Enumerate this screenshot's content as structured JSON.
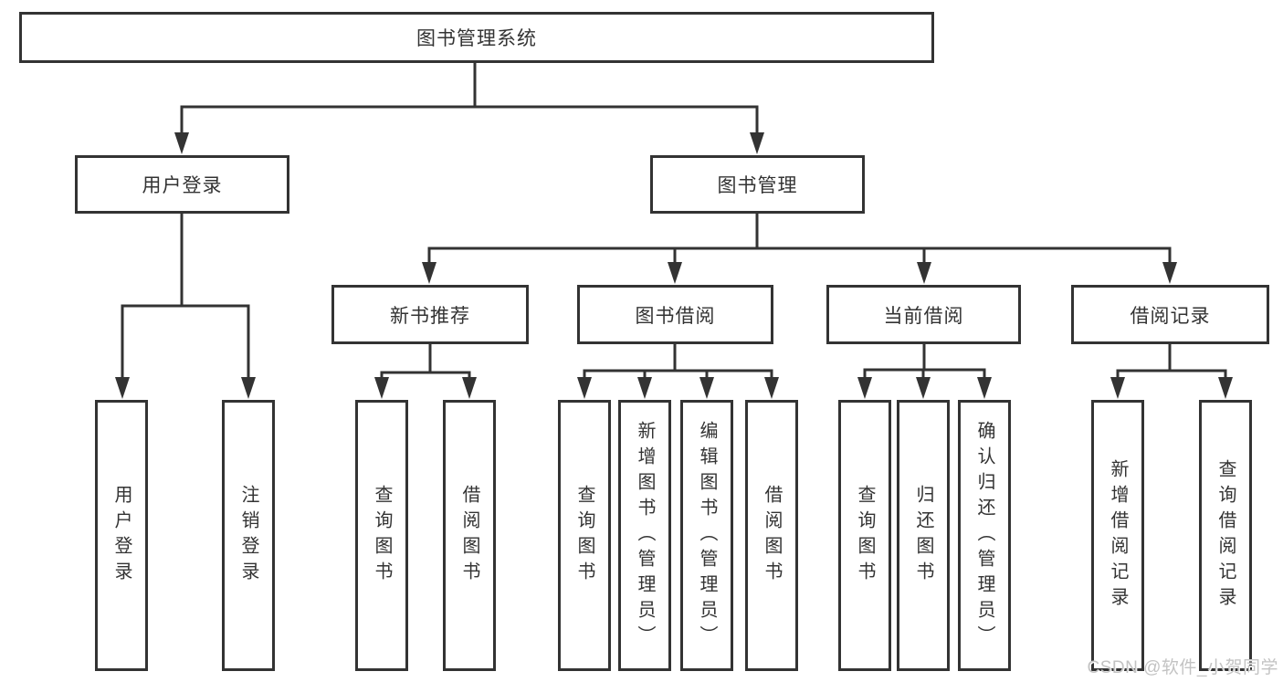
{
  "diagram": {
    "root": "图书管理系统",
    "branches": [
      {
        "label": "用户登录",
        "children": [
          "用户登录",
          "注销登录"
        ]
      },
      {
        "label": "图书管理",
        "groups": [
          {
            "label": "新书推荐",
            "children": [
              "查询图书",
              "借阅图书"
            ]
          },
          {
            "label": "图书借阅",
            "children": [
              "查询图书",
              "新增图书（管理员）",
              "编辑图书（管理员）",
              "借阅图书"
            ]
          },
          {
            "label": "当前借阅",
            "children": [
              "查询图书",
              "归还图书",
              "确认归还（管理员）"
            ]
          },
          {
            "label": "借阅记录",
            "children": [
              "新增借阅记录",
              "查询借阅记录"
            ]
          }
        ]
      }
    ]
  },
  "watermark": "CSDN @软件_小贺同学",
  "colors": {
    "line": "#333333",
    "box_border": "#333333",
    "text": "#333333",
    "watermark": "#c3c3c3",
    "background": "#ffffff"
  }
}
